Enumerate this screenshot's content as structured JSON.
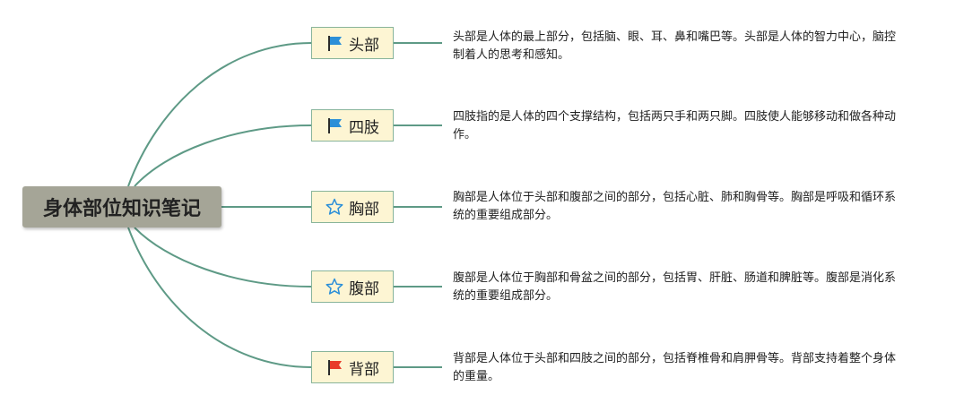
{
  "colors": {
    "root_bg": "#a5a597",
    "topic_bg": "#fdf5d3",
    "topic_border": "#88b49a",
    "connector": "#5e9a86",
    "flag_blue": "#2b8fd8",
    "flag_red": "#e83b2a",
    "star_blue": "#2b8fd8"
  },
  "root": {
    "title": "身体部位知识笔记"
  },
  "topics": [
    {
      "label": "头部",
      "icon": "flag-blue-icon",
      "note": "头部是人体的最上部分，包括脑、眼、耳、鼻和嘴巴等。头部是人体的智力中心，脑控制着人的思考和感知。"
    },
    {
      "label": "四肢",
      "icon": "flag-blue-icon",
      "note": "四肢指的是人体的四个支撑结构，包括两只手和两只脚。四肢使人能够移动和做各种动作。"
    },
    {
      "label": "胸部",
      "icon": "star-outline-icon",
      "note": "胸部是人体位于头部和腹部之间的部分，包括心脏、肺和胸骨等。胸部是呼吸和循环系统的重要组成部分。"
    },
    {
      "label": "腹部",
      "icon": "star-outline-icon",
      "note": "腹部是人体位于胸部和骨盆之间的部分，包括胃、肝脏、肠道和脾脏等。腹部是消化系统的重要组成部分。"
    },
    {
      "label": "背部",
      "icon": "flag-red-icon",
      "note": "背部是人体位于头部和四肢之间的部分，包括脊椎骨和肩胛骨等。背部支持着整个身体的重量。"
    }
  ]
}
